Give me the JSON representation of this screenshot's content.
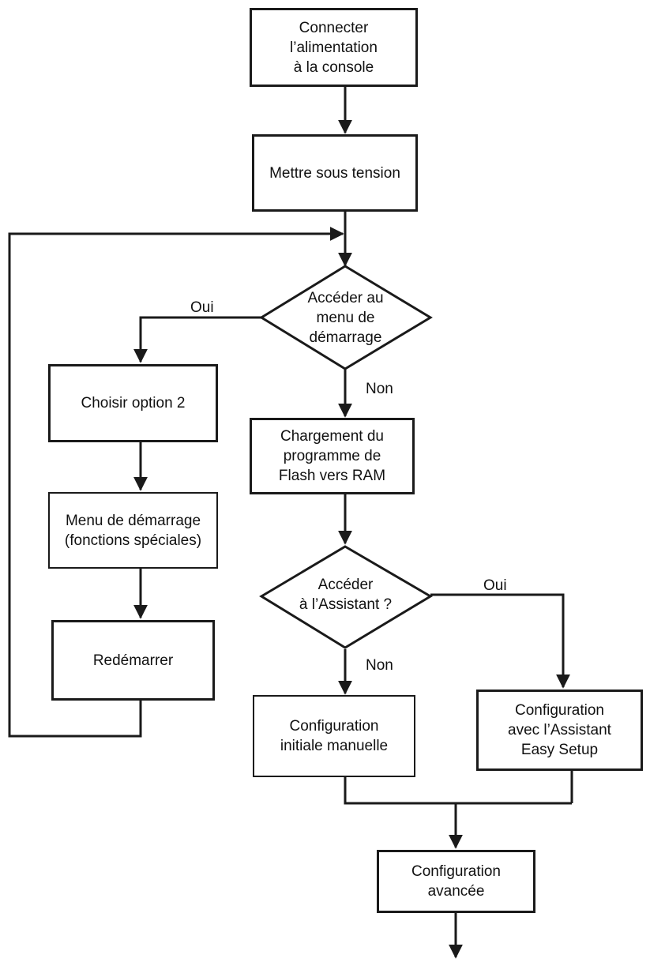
{
  "nodes": {
    "connect": "Connecter\nl’alimentation\nà la console",
    "power_on": "Mettre sous tension",
    "boot_menu_q": "Accéder au\nmenu de\ndémarrage",
    "option2": "Choisir option 2",
    "boot_menu": "Menu de démarrage\n(fonctions spéciales)",
    "reboot": "Redémarrer",
    "load_flash": "Chargement du\nprogramme de\nFlash vers RAM",
    "wizard_q": "Accéder\nà l’Assistant ?",
    "manual_config": "Configuration\ninitiale manuelle",
    "easy_setup": "Configuration\navec l’Assistant\nEasy Setup",
    "advanced": "Configuration\navancée"
  },
  "edge_labels": {
    "boot_yes": "Oui",
    "boot_no": "Non",
    "wizard_yes": "Oui",
    "wizard_no": "Non"
  },
  "colors": {
    "line": "#1a1a1a",
    "background": "#ffffff"
  }
}
